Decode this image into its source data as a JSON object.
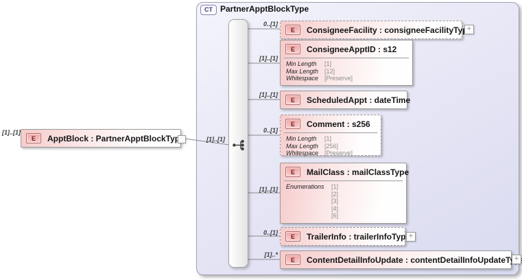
{
  "complex_type": {
    "badge": "CT",
    "title": "PartnerApptBlockType",
    "group": "sequence"
  },
  "root": {
    "cardinality": "[1]..[1]",
    "label": "ApptBlock : PartnerApptBlockType",
    "connector_cardinality": "[1]..[1]"
  },
  "children": [
    {
      "cardinality": "0..[1]",
      "label": "ConsigneeFacility : consigneeFacilityType"
    },
    {
      "cardinality": "[1]..[1]",
      "label": "ConsigneeApptID : s12",
      "facets": [
        {
          "name": "Min Length",
          "value": "[1]"
        },
        {
          "name": "Max Length",
          "value": "[12]"
        },
        {
          "name": "Whitespace",
          "value": "[Preserve]"
        }
      ]
    },
    {
      "cardinality": "[1]..[1]",
      "label": "ScheduledAppt : dateTime"
    },
    {
      "cardinality": "0..[1]",
      "label": "Comment : s256",
      "facets": [
        {
          "name": "Min Length",
          "value": "[1]"
        },
        {
          "name": "Max Length",
          "value": "[256]"
        },
        {
          "name": "Whitespace",
          "value": "[Preserve]"
        }
      ]
    },
    {
      "cardinality": "[1]..[1]",
      "label": "MailClass : mailClassType",
      "enumerations": {
        "name": "Enumerations",
        "values": [
          "[1]",
          "[2]",
          "[3]",
          "[4]",
          "[6]"
        ]
      }
    },
    {
      "cardinality": "0..[1]",
      "label": "TrailerInfo : trailerInfoType"
    },
    {
      "cardinality": "[1]..*",
      "label": "ContentDetailInfoUpdate : contentDetailInfoUpdateType"
    }
  ],
  "icons": {
    "element_badge": "E",
    "expand": "+"
  },
  "colors": {
    "element_fill_pink": "#f6cbcb",
    "element_icon_pink": "#f0a6a6",
    "element_icon_border": "#b26a6a",
    "container_lavender": "#e7e7f6",
    "box_border_gray": "#9a9a9a",
    "ct_badge_blue": "#3d3d75"
  }
}
